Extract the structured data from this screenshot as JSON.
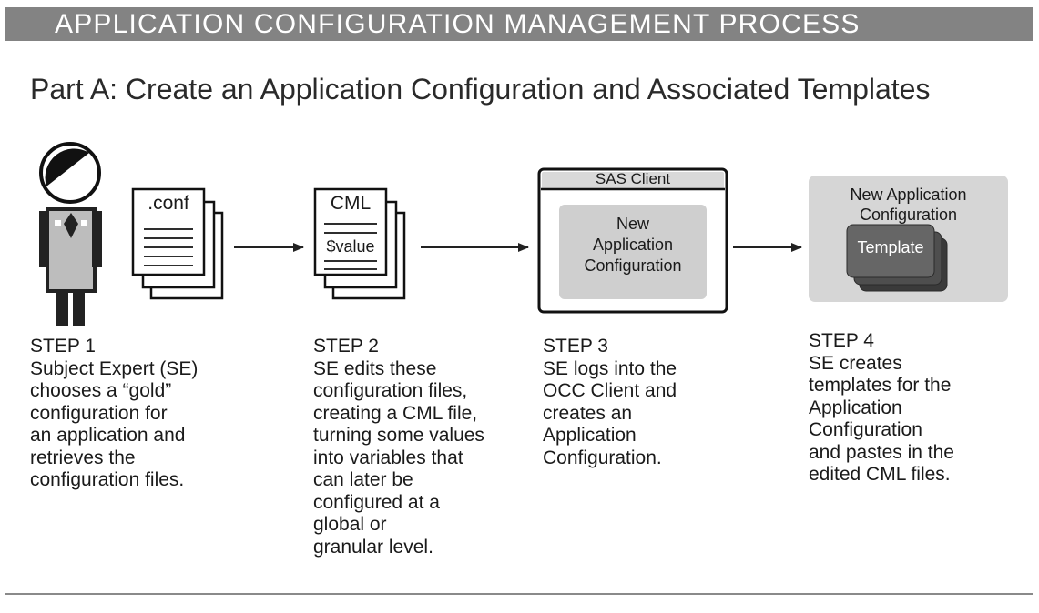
{
  "title": "APPLICATION CONFIGURATION MANAGEMENT PROCESS",
  "subtitle": "Part A: Create an Application Configuration and Associated Templates",
  "docs": {
    "conf": ".conf",
    "cml": "CML",
    "value": "$value"
  },
  "sas_window": {
    "title": "SAS Client",
    "inner": "New\nApplication\nConfiguration"
  },
  "new_config": {
    "title": "New Application\nConfiguration",
    "template": "Template"
  },
  "steps": [
    {
      "step": "STEP 1",
      "desc": "Subject Expert (SE)\nchooses a “gold”\nconfiguration for\nan application and\nretrieves the\nconfiguration files."
    },
    {
      "step": "STEP 2",
      "desc": "SE edits these\nconfiguration files,\ncreating a CML file,\nturning some values\ninto variables that\ncan later be\nconfigured at a\nglobal or\ngranular level."
    },
    {
      "step": "STEP 3",
      "desc": "SE logs into the\nOCC Client and\ncreates an\nApplication\nConfiguration."
    },
    {
      "step": "STEP 4",
      "desc": "SE creates\ntemplates for the\nApplication\nConfiguration\nand pastes in the\nedited CML files."
    }
  ]
}
